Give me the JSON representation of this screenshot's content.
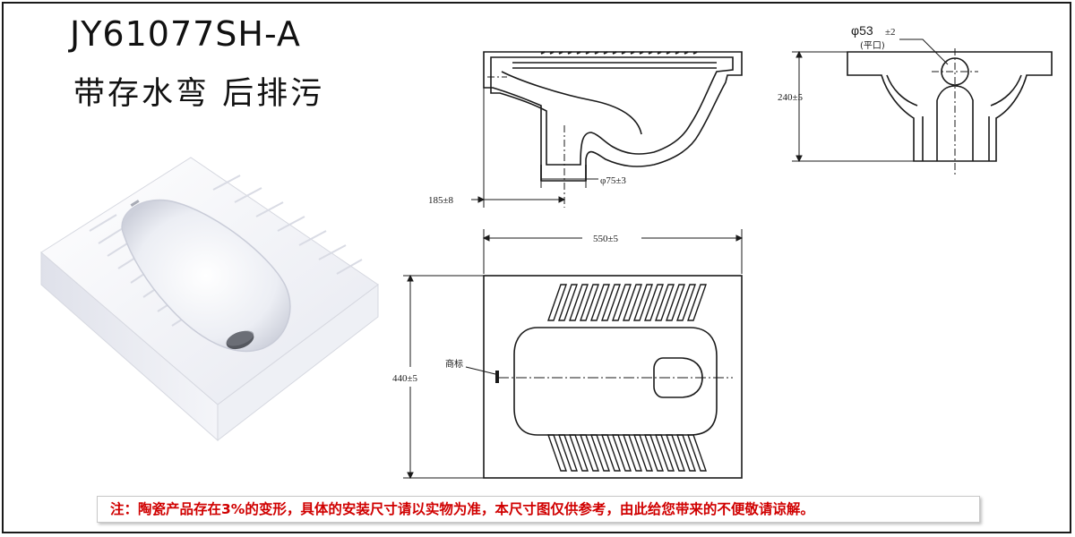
{
  "header": {
    "model": "JY61077SH-A",
    "subtitle": "带存水弯 后排污"
  },
  "dimensions": {
    "outlet_dia": "φ53",
    "outlet_tol": "±2",
    "outlet_note": "(平口)",
    "height": "240±5",
    "pipe_dia": "φ75±3",
    "rough_in": "185±8",
    "length": "550±5",
    "width": "440±5",
    "logo_label": "商标"
  },
  "note": {
    "text": "注：陶瓷产品存在3%的变形，具体的安装尺寸请以实物为准，本尺寸图仅供参考，由此给您带来的不便敬请谅解。"
  },
  "colors": {
    "line": "#1a1a1a",
    "note_text": "#d00000"
  }
}
